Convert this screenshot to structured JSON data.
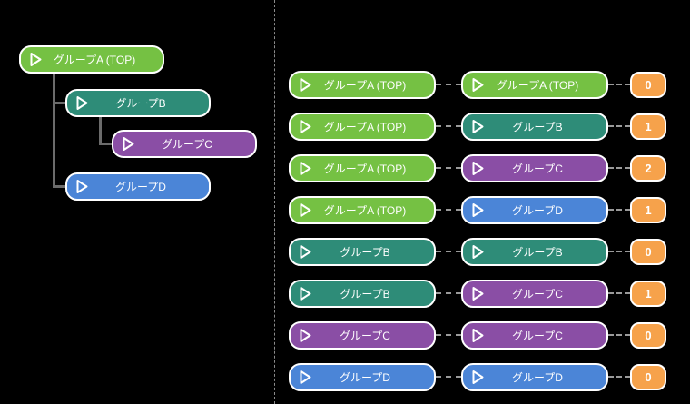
{
  "diagram_title": "group-hierarchy-distance-diagram",
  "colors": {
    "background": "#000000",
    "group_a": "#75C143",
    "group_b": "#2E8C78",
    "group_c": "#8A4EA5",
    "group_d": "#4B85D7",
    "badge_orange": "#F6A24B",
    "node_border": "#FFFFFF",
    "node_text": "#FFFFFF",
    "tree_connector": "#6B6B6B",
    "dashed_separator": "#8A8A8A"
  },
  "icons": {
    "node_icon": "play-triangle-outline-icon"
  },
  "tree": {
    "nodes": [
      {
        "label": "グループA (TOP)",
        "depth": 0,
        "color": "green"
      },
      {
        "label": "グループB",
        "depth": 1,
        "color": "teal"
      },
      {
        "label": "グループC",
        "depth": 2,
        "color": "purple"
      },
      {
        "label": "グループD",
        "depth": 1,
        "color": "blue"
      }
    ]
  },
  "comparisons": {
    "rows": [
      {
        "left": "グループA (TOP)",
        "left_color": "green",
        "right": "グループA (TOP)",
        "right_color": "green",
        "count": "0"
      },
      {
        "left": "グループA (TOP)",
        "left_color": "green",
        "right": "グループB",
        "right_color": "teal",
        "count": "1"
      },
      {
        "left": "グループA (TOP)",
        "left_color": "green",
        "right": "グループC",
        "right_color": "purple",
        "count": "2"
      },
      {
        "left": "グループA (TOP)",
        "left_color": "green",
        "right": "グループD",
        "right_color": "blue",
        "count": "1"
      },
      {
        "left": "グループB",
        "left_color": "teal",
        "right": "グループB",
        "right_color": "teal",
        "count": "0"
      },
      {
        "left": "グループB",
        "left_color": "teal",
        "right": "グループC",
        "right_color": "purple",
        "count": "1"
      },
      {
        "left": "グループC",
        "left_color": "purple",
        "right": "グループC",
        "right_color": "purple",
        "count": "0"
      },
      {
        "left": "グループD",
        "left_color": "blue",
        "right": "グループD",
        "right_color": "blue",
        "count": "0"
      }
    ]
  }
}
